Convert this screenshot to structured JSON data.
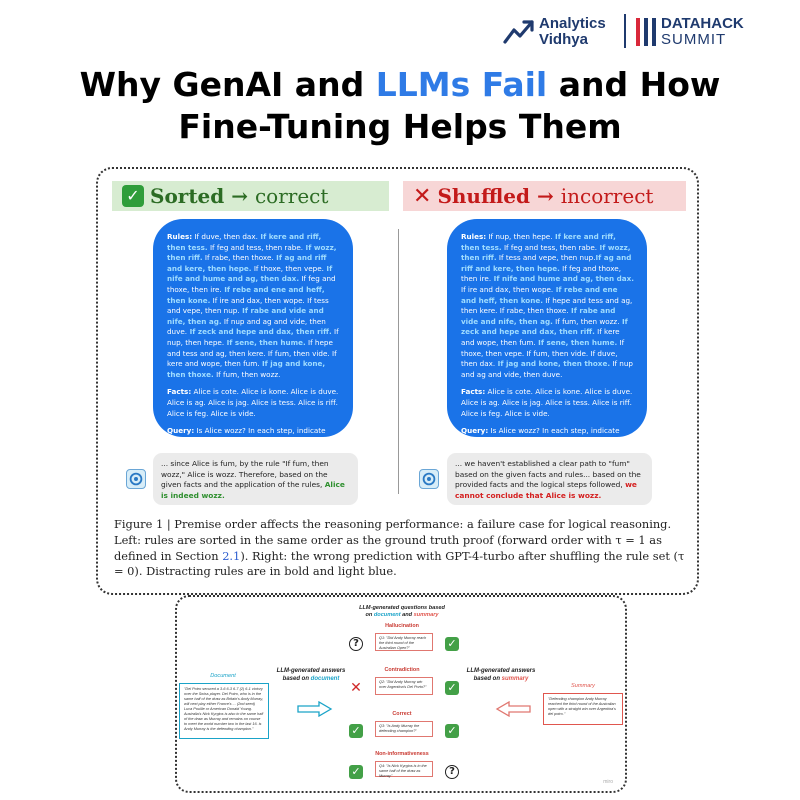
{
  "header": {
    "brand1_line1": "Analytics",
    "brand1_line2": "Vidhya",
    "brand2_line1": "DATAHACK",
    "brand2_line2": "SUMMIT"
  },
  "title": {
    "part1": "Why GenAI and ",
    "highlight": "LLMs Fail",
    "part2": " and How",
    "line2": "Fine-Tuning Helps Them"
  },
  "figure1": {
    "left_header_check": "✓",
    "left_header_main": "Sorted",
    "left_header_arrow": "→",
    "left_header_rest": "correct",
    "right_header_x": "✕",
    "right_header_main": "Shuffled",
    "right_header_arrow": "→",
    "right_header_rest": "incorrect",
    "labels": {
      "rules": "Rules:",
      "facts": "Facts:",
      "query": "Query:"
    },
    "left_rules": [
      {
        "t": " If duve, then dax.",
        "b": false
      },
      {
        "t": " If kere and riff, then tess.",
        "b": true
      },
      {
        "t": " If feg and tess, then rabe.",
        "b": false
      },
      {
        "t": " If wozz, then riff.",
        "b": true
      },
      {
        "t": " If rabe, then thoxe.",
        "b": false
      },
      {
        "t": " If ag and riff and kere, then hepe.",
        "b": true
      },
      {
        "t": " If thoxe, then vepe.",
        "b": false
      },
      {
        "t": " If nife and hume and ag, then dax.",
        "b": true
      },
      {
        "t": " If feg and thoxe, then ire.",
        "b": false
      },
      {
        "t": " If rebe and ene and heff, then kone.",
        "b": true
      },
      {
        "t": " If ire and dax, then wope.",
        "b": false
      },
      {
        "t": " If tess and vepe, then nup.",
        "b": false
      },
      {
        "t": " If rabe and vide and nife, then ag.",
        "b": true
      },
      {
        "t": " If nup and ag and vide, then duve.",
        "b": false
      },
      {
        "t": " If zeck and hepe and dax, then riff.",
        "b": true
      },
      {
        "t": " If nup, then hepe.",
        "b": false
      },
      {
        "t": " If sene, then hume.",
        "b": true
      },
      {
        "t": " If hepe and tess and ag, then kere.",
        "b": false
      },
      {
        "t": " If fum, then vide.",
        "b": false
      },
      {
        "t": " If kere and wope, then fum.",
        "b": false
      },
      {
        "t": " If jag and kone, then thoxe.",
        "b": true
      },
      {
        "t": " If fum, then wozz.",
        "b": false
      }
    ],
    "right_rules": [
      {
        "t": " If nup, then hepe.",
        "b": false
      },
      {
        "t": " If kere and riff, then tess.",
        "b": true
      },
      {
        "t": " If feg and tess, then rabe.",
        "b": false
      },
      {
        "t": " If wozz, then riff.",
        "b": true
      },
      {
        "t": " If tess and vepe, then nup.",
        "b": false
      },
      {
        "t": "If ag and riff and kere, then hepe.",
        "b": true
      },
      {
        "t": " If feg and thoxe, then ire.",
        "b": false
      },
      {
        "t": " If nife and hume and ag, then dax.",
        "b": true
      },
      {
        "t": " If ire and dax, then wope.",
        "b": false
      },
      {
        "t": " If rebe and ene and heff, then kone.",
        "b": true
      },
      {
        "t": " If hepe and tess and ag, then kere.",
        "b": false
      },
      {
        "t": " If rabe, then thoxe.",
        "b": false
      },
      {
        "t": " If rabe and vide and nife, then ag.",
        "b": true
      },
      {
        "t": " If fum, then wozz.",
        "b": false
      },
      {
        "t": " If zeck and hepe and dax, then riff.",
        "b": true
      },
      {
        "t": " If kere and wope, then fum.",
        "b": false
      },
      {
        "t": " If sene, then hume.",
        "b": true
      },
      {
        "t": " If thoxe, then vepe.",
        "b": false
      },
      {
        "t": " If fum, then vide.",
        "b": false
      },
      {
        "t": " If duve, then dax.",
        "b": false
      },
      {
        "t": " If jag and kone, then thoxe.",
        "b": true
      },
      {
        "t": " If nup and ag and vide, then duve.",
        "b": false
      }
    ],
    "facts_text": " Alice is cote. Alice is kone. Alice is duve. Alice is ag. Alice is jag. Alice is tess. Alice is riff. Alice is feg. Alice is vide.",
    "query_text": " Is Alice wozz? In each step, indicate whether you are using a fact, or a rule.",
    "left_reply_text": "... since Alice is fum, by the rule \"If fum, then wozz,\" Alice is wozz. Therefore, based on the given facts and the application of the rules,",
    "left_reply_conclusion": "Alice is indeed wozz.",
    "right_reply_text": "... we haven't established a clear path to \"fum\" based on the given facts and rules... based on the provided facts and the logical steps followed,",
    "right_reply_conclusion": "we cannot conclude that Alice is wozz.",
    "caption_a": "Figure 1 | Premise order affects the reasoning performance: a failure case for logical reasoning. Left: rules are sorted in the same order as the ground truth proof (forward order with τ = 1 as defined in Section ",
    "caption_ref": "2.1",
    "caption_b": "). Right: the wrong prediction with GPT-4-turbo after shuffling the rule set (τ = 0). Distracting rules are in bold and light blue."
  },
  "figure2": {
    "top_line1": "LLM-generated questions based",
    "top_on": "on ",
    "top_doc": "document",
    "top_and": " and ",
    "top_sum": "summary",
    "document_title": "Document",
    "document_text": "\"Del Potro secured a 3-6 6-3 6-7 (2) 6-1 victory over the Swiss player. Del Potro, who is in the same half of the draw as Britain's Andy Murray, will next play either France's ... (2nd seed) Luca Pouille or American Donald Young. Australia's Nick Kyrgios is also in the same half of the draw as Murray and remains on course to meet the world number two in the last 16. is Andy Murray is the defending champion.\"",
    "summary_title": "Summary",
    "summary_text": "\"Defending champion Andy Murray reached the third round of the Australian open with a straight win over Argentina's del potro.\"",
    "left_label_line1": "LLM-generated answers",
    "left_label_line2": "based on ",
    "left_label_doc": "document",
    "right_label_line1": "LLM-generated answers",
    "right_label_line2": "based on ",
    "right_label_sum": "summary",
    "cat1": "Hallucination",
    "q1": "Q1: \"Did Andy Murray reach the third round of the Australian Open?\"",
    "cat2": "Contradiction",
    "q2": "Q2: \"Did Andy Murray win over Argentina's Del Porto?\"",
    "cat3": "Correct",
    "q3": "Q3: \"Is Andy Murray the defending champion?\"",
    "cat4": "Non-informativeness",
    "q4": "Q4: \"Is Nick Kyrgios is in the same half of the draw as Murray\"",
    "sym_q": "?",
    "sym_ok": "✓",
    "sym_x": "✕",
    "watermark": "miro",
    "colors": {
      "document": "#1aa3c8",
      "summary": "#e0564e",
      "ok": "#43a047"
    }
  }
}
